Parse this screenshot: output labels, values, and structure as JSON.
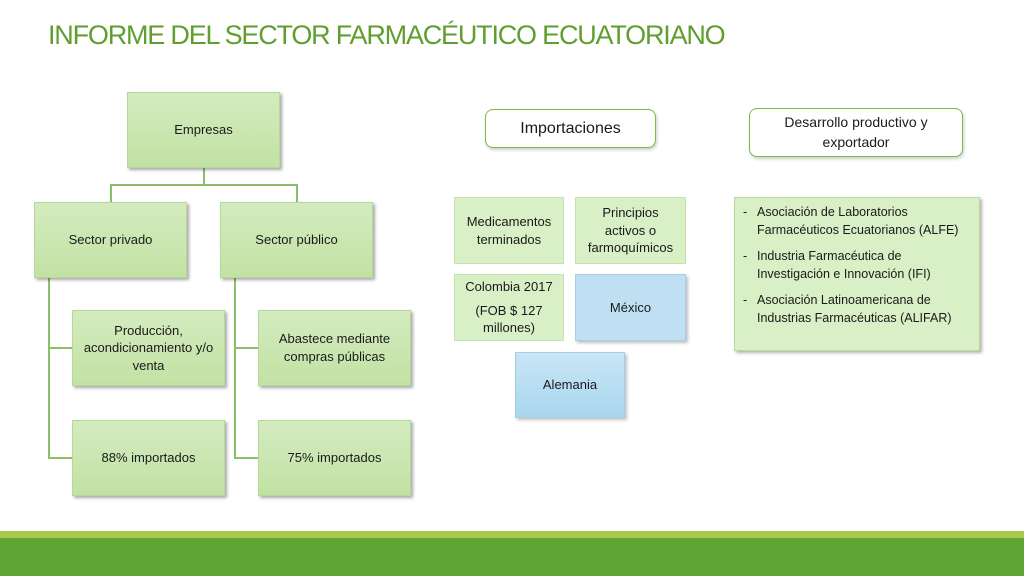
{
  "title": "INFORME DEL SECTOR FARMACÉUTICO ECUATORIANO",
  "org_chart": {
    "root": "Empresas",
    "private": {
      "label": "Sector privado",
      "children": [
        "Producción, acondicionamiento y/o venta",
        "88% importados"
      ]
    },
    "public": {
      "label": "Sector público",
      "children": [
        "Abastece mediante compras públicas",
        "75% importados"
      ]
    }
  },
  "imports": {
    "heading": "Importaciones",
    "boxes": {
      "medicamentos": "Medicamentos terminados",
      "principios": "Principios activos o farmoquímicos",
      "colombia_line1": "Colombia 2017",
      "colombia_line2": "(FOB $ 127 millones)",
      "mexico": "México",
      "alemania": "Alemania"
    }
  },
  "development": {
    "heading": "Desarrollo productivo y exportador",
    "items": [
      "Asociación de Laboratorios Farmacéuticos Ecuatorianos (ALFE)",
      "Industria Farmacéutica de Investigación e Innovación (IFI)",
      "Asociación Latinoamericana de Industrias Farmacéuticas (ALIFAR)"
    ],
    "bullet": "-"
  },
  "colors": {
    "title": "#5f9e2f",
    "green_box": "#c2e2a4",
    "blue_box": "#bfe0f2",
    "footer": "#5fa535",
    "footer_accent": "#a7c94a"
  }
}
